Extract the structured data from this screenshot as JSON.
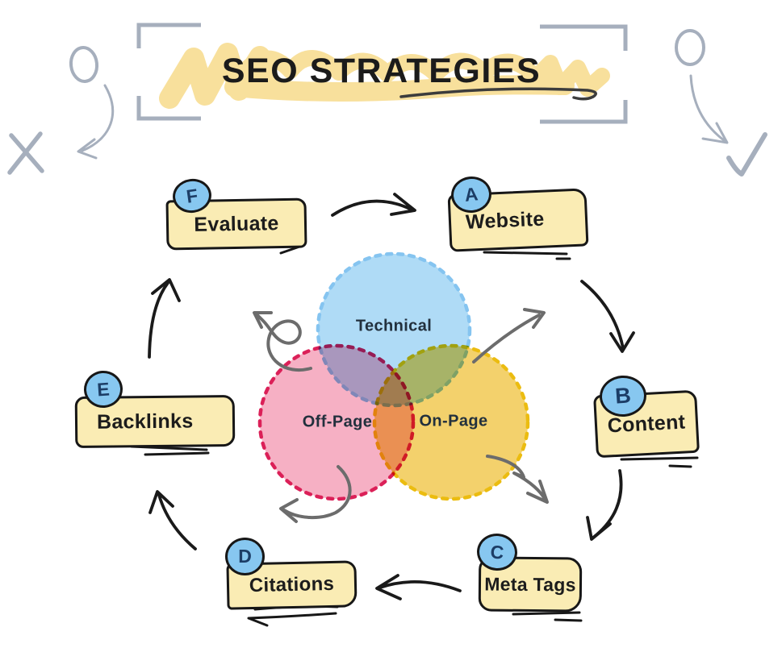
{
  "title": {
    "text": "SEO STRATEGIES"
  },
  "venn": {
    "circles": [
      {
        "label": "Technical",
        "fill": "#AFDBF6",
        "stroke": "#85C4F0"
      },
      {
        "label": "Off-Page",
        "fill": "#F6B0C4",
        "stroke": "#DB2058"
      },
      {
        "label": "On-Page",
        "fill": "#F3D16C",
        "stroke": "#EBBC10"
      }
    ]
  },
  "nodes": [
    {
      "letter": "A",
      "label": "Website"
    },
    {
      "letter": "B",
      "label": "Content"
    },
    {
      "letter": "C",
      "label": "Meta Tags"
    },
    {
      "letter": "D",
      "label": "Citations"
    },
    {
      "letter": "E",
      "label": "Backlinks"
    },
    {
      "letter": "F",
      "label": "Evaluate"
    }
  ],
  "decorations": {
    "left": [
      "circle-doodle",
      "curved-arrow",
      "x-mark"
    ],
    "right": [
      "circle-doodle",
      "curved-arrow",
      "check-mark"
    ]
  },
  "colors": {
    "background": "#FFFFFF",
    "node_fill": "#FAECB4",
    "node_border": "#171717",
    "badge_fill": "#87C7F0",
    "badge_text": "#1C3D66",
    "highlight_yellow": "#F8E09C",
    "bracket_gray": "#A6AFBD",
    "sketch_gray": "#6C6C6C",
    "arrow_black": "#1A1A1A",
    "title_text": "#1B1B1B"
  }
}
